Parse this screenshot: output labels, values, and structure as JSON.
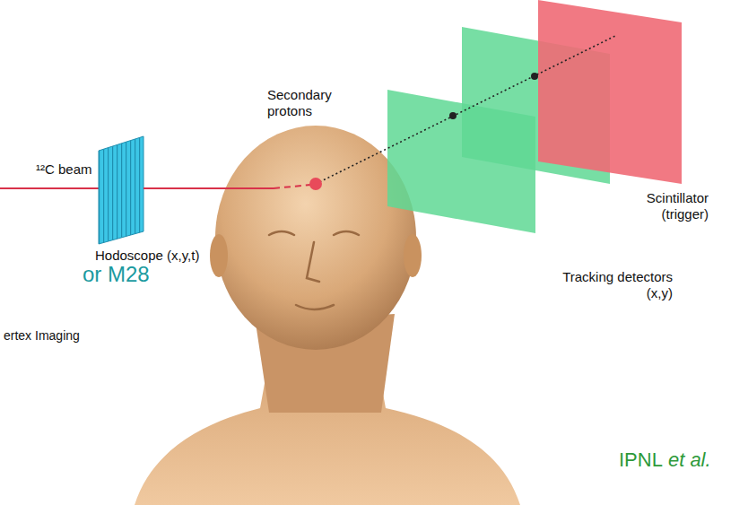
{
  "diagram": {
    "labels": [
      "¹²C beam",
      "Hodoscope (x,y,t)",
      "Secondary protons",
      "Tracking detectors (x,y)",
      "Scintillator (trigger)",
      "or M28",
      "ertex Imaging",
      "IPNL",
      "et al."
    ]
  }
}
